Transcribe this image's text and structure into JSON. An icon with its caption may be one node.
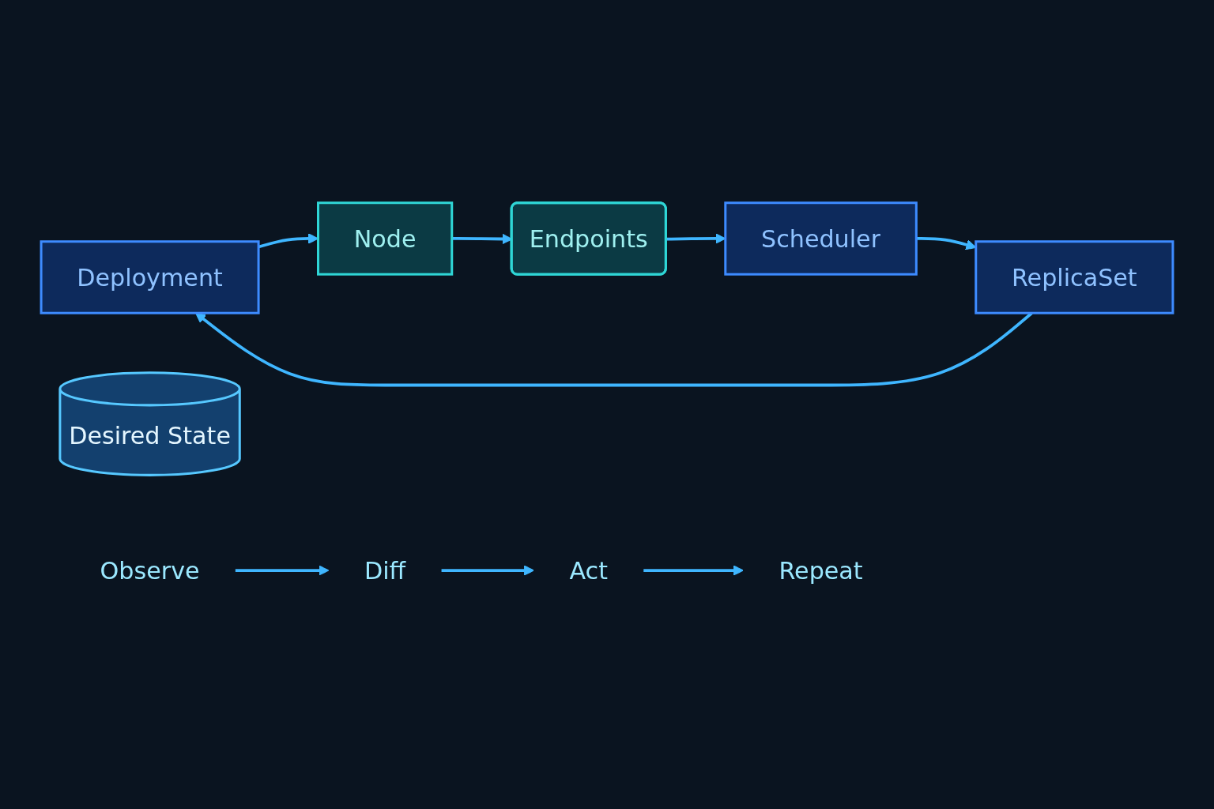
{
  "diagram": {
    "nodes": [
      {
        "text": [
          "Deployment"
        ]
      },
      {
        "text": [
          "Node"
        ]
      },
      {
        "text": [
          "Endpoints"
        ]
      },
      {
        "text": [
          "Scheduler"
        ]
      },
      {
        "text": [
          "ReplicaSet"
        ]
      },
      {
        "text": [
          "Desired State"
        ]
      },
      {
        "text": [
          "Observe"
        ]
      },
      {
        "text": [
          "Diff"
        ]
      },
      {
        "text": [
          "Act"
        ]
      },
      {
        "text": [
          "Repeat"
        ]
      }
    ],
    "edges": [
      {
        "from": 0,
        "to": 1,
        "arrow": "to"
      },
      {
        "from": 1,
        "to": 2,
        "arrow": "to"
      },
      {
        "from": 2,
        "to": 3,
        "arrow": "to"
      },
      {
        "from": 3,
        "to": 4,
        "arrow": "to"
      },
      {
        "from": 4,
        "to": 0,
        "arrow": "to"
      },
      {
        "from": 6,
        "to": 7,
        "arrow": "to"
      },
      {
        "from": 7,
        "to": 8,
        "arrow": "to"
      },
      {
        "from": 8,
        "to": 9,
        "arrow": "to"
      }
    ]
  }
}
